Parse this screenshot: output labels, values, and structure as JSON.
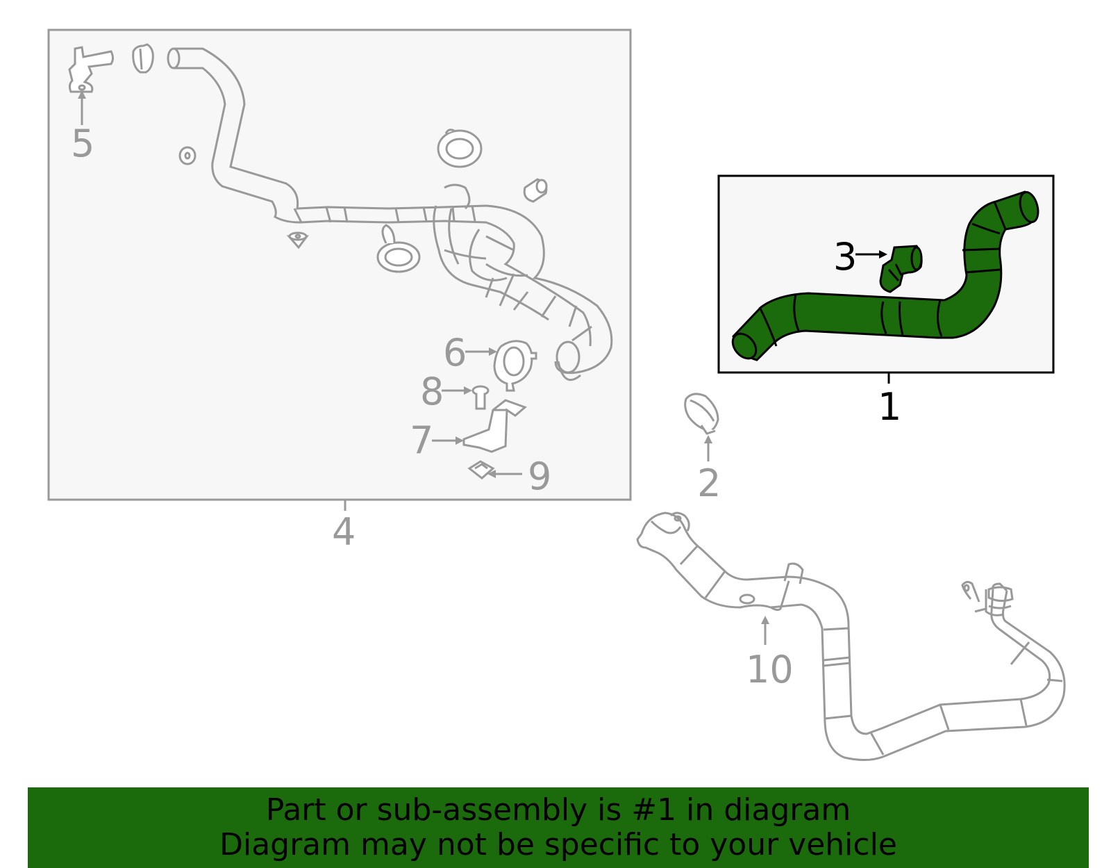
{
  "callouts": {
    "c1": "1",
    "c2": "2",
    "c3": "3",
    "c4": "4",
    "c5": "5",
    "c6": "6",
    "c7": "7",
    "c8": "8",
    "c9": "9",
    "c10": "10"
  },
  "banner": {
    "line1": "Part or sub-assembly is #1 in diagram",
    "line2": "Diagram may not be specific to your vehicle"
  },
  "colors": {
    "highlight": "#1b6b0d",
    "line_gray": "#999999",
    "panel_bg": "#f7f7f7"
  }
}
